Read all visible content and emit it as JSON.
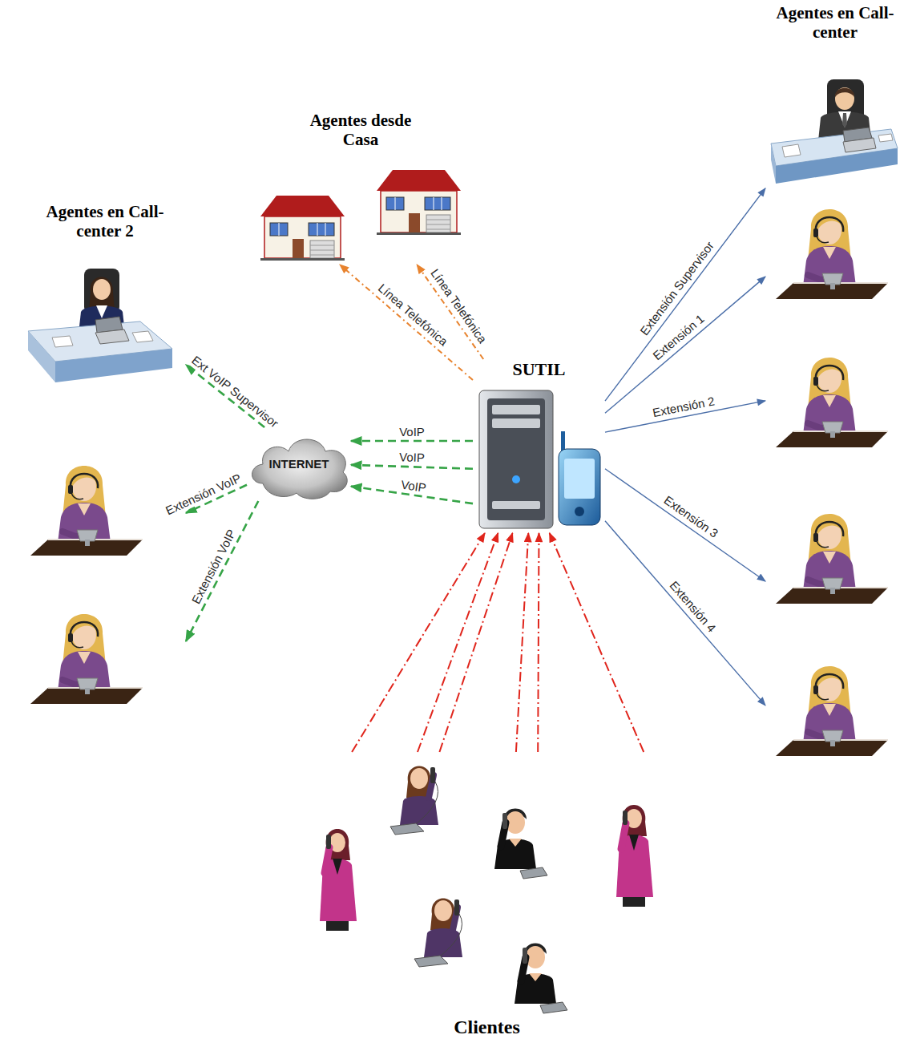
{
  "diagram": {
    "nodes": [
      {
        "text": [
          "Agentes en Call-center"
        ]
      },
      {
        "text": [
          "Agentes desde Casa"
        ]
      },
      {
        "text": [
          "Agentes en Call-center 2"
        ]
      },
      {
        "text": [
          "SUTIL"
        ]
      },
      {
        "text": [
          "INTERNET"
        ]
      },
      {
        "text": [
          "Clientes"
        ]
      }
    ],
    "edges": [
      {
        "from": 3,
        "to": 0,
        "arrow": "to",
        "label": "Extensión Supervisor"
      },
      {
        "from": 3,
        "to": 0,
        "arrow": "to",
        "label": "Extensión 1"
      },
      {
        "from": 3,
        "to": 0,
        "arrow": "to",
        "label": "Extensión 2"
      },
      {
        "from": 3,
        "to": 0,
        "arrow": "to",
        "label": "Extensión 3"
      },
      {
        "from": 3,
        "to": 0,
        "arrow": "to",
        "label": "Extensión 4"
      },
      {
        "from": 3,
        "to": 1,
        "arrow": "to",
        "label": "Línea Telefónica"
      },
      {
        "from": 3,
        "to": 1,
        "arrow": "to",
        "label": "Línea Telefónica"
      },
      {
        "from": 3,
        "to": 4,
        "arrow": "to",
        "label": "VoIP"
      },
      {
        "from": 3,
        "to": 4,
        "arrow": "to",
        "label": "VoIP"
      },
      {
        "from": 3,
        "to": 4,
        "arrow": "to",
        "label": "VoIP"
      },
      {
        "from": 4,
        "to": 2,
        "arrow": "to",
        "label": "Ext VoIP Supervisor"
      },
      {
        "from": 4,
        "to": 2,
        "arrow": "to",
        "label": "Extensión VoIP"
      },
      {
        "from": 4,
        "to": 2,
        "arrow": "to",
        "label": "Extensión VoIP"
      },
      {
        "from": 5,
        "to": 3,
        "arrow": "to"
      },
      {
        "from": 5,
        "to": 3,
        "arrow": "to"
      },
      {
        "from": 5,
        "to": 3,
        "arrow": "to"
      },
      {
        "from": 5,
        "to": 3,
        "arrow": "to"
      },
      {
        "from": 5,
        "to": 3,
        "arrow": "to"
      },
      {
        "from": 5,
        "to": 3,
        "arrow": "to"
      }
    ]
  }
}
